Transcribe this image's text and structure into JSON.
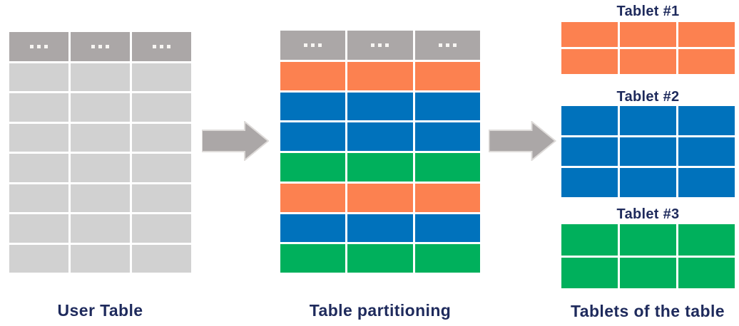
{
  "colors": {
    "orange": "#fc8150",
    "blue": "#0072bc",
    "green": "#00b05c",
    "header_gray": "#aba7a7",
    "row_gray": "#d1d1d1",
    "arrow_gray": "#aba7a7",
    "arrow_outline": "#dedbd9",
    "label_navy": "#1e2a5c",
    "background": "#ffffff"
  },
  "icons": {
    "header_cell": "ellipsis-icon",
    "flow": "right-arrow-icon"
  },
  "user_table": {
    "label": "User Table",
    "header_dots": "...",
    "columns": 3,
    "rows": 7,
    "color": "row_gray"
  },
  "partitioned_table": {
    "label": "Table partitioning",
    "header_dots": "...",
    "columns": 3,
    "row_colors": [
      "orange",
      "blue",
      "blue",
      "green",
      "orange",
      "blue",
      "green"
    ]
  },
  "tablets": {
    "label": "Tablets of the table",
    "items": [
      {
        "title": "Tablet #1",
        "color": "orange",
        "rows": 2,
        "columns": 3
      },
      {
        "title": "Tablet #2",
        "color": "blue",
        "rows": 3,
        "columns": 3
      },
      {
        "title": "Tablet #3",
        "color": "green",
        "rows": 2,
        "columns": 3
      }
    ]
  }
}
